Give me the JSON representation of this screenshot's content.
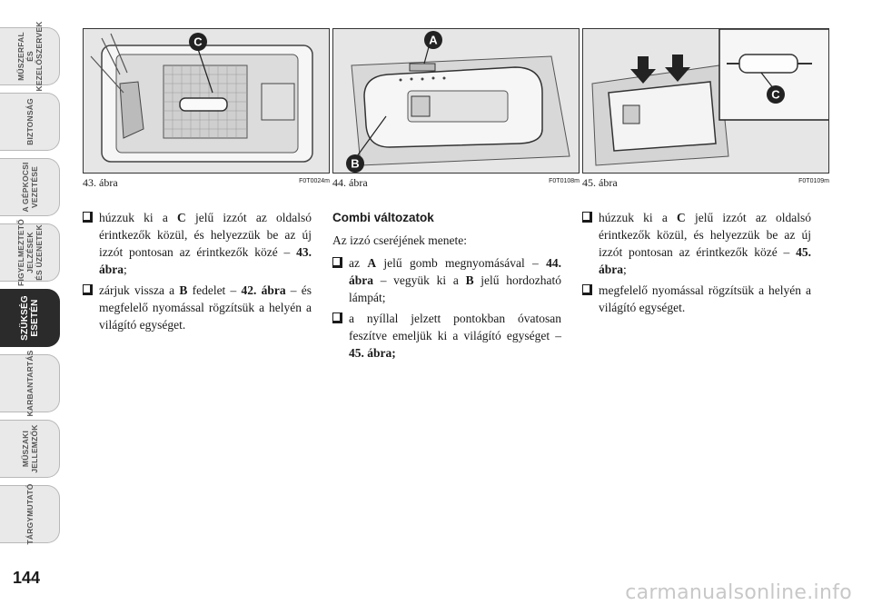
{
  "tabs": [
    {
      "label": "MŰSZERFAL\nÉS\nKEZELŐSZERVEK",
      "active": false
    },
    {
      "label": "BIZTONSÁG",
      "active": false
    },
    {
      "label": "A GÉPKOCSI\nVEZETÉSE",
      "active": false
    },
    {
      "label": "FIGYELMEZTETŐ\nJELZÉSEK\nÉS ÜZENETEK",
      "active": false
    },
    {
      "label": "SZÜKSÉG\nESETÉN",
      "active": true
    },
    {
      "label": "KARBANTARTÁS",
      "active": false
    },
    {
      "label": "MŰSZAKI\nJELLEMZŐK",
      "active": false
    },
    {
      "label": "TÁRGYMUTATÓ",
      "active": false
    }
  ],
  "page_number": "144",
  "figures": [
    {
      "caption": "43. ábra",
      "code": "F0T0024m",
      "marker": "C"
    },
    {
      "caption": "44. ábra",
      "code": "F0T0108m",
      "markers": [
        "A",
        "B"
      ]
    },
    {
      "caption": "45. ábra",
      "code": "F0T0109m",
      "marker": "C"
    }
  ],
  "col1": {
    "b1": {
      "pre": "húzzuk ki a ",
      "key": "C",
      "post": " jelű izzót az oldalsó érintkezők közül, és helyezzük be az új izzót pontosan az érintkezők közé – ",
      "ref": "43. ábra",
      "end": ";"
    },
    "b2": {
      "pre": "zárjuk vissza a ",
      "key": "B",
      "mid": " fedelet – ",
      "ref": "42. ábra",
      "post": " – és megfelelő nyomással rögzítsük a helyén a világító egységet."
    }
  },
  "col2": {
    "heading": "Combi változatok",
    "intro": "Az izzó cseréjének menete:",
    "b1": {
      "pre": "az ",
      "key": "A",
      "mid": " jelű gomb megnyomásával – ",
      "ref": "44. ábra",
      "mid2": " – vegyük ki a ",
      "key2": "B",
      "post": " jelű hordozható lámpát;"
    },
    "b2": {
      "text": "a nyíllal jelzett pontokban óvatosan feszítve emeljük ki a világító egységet – ",
      "ref": "45. ábra;"
    }
  },
  "col3": {
    "b1": {
      "pre": "húzzuk ki a ",
      "key": "C",
      "post": " jelű izzót az oldalsó érintkezők közül, és helyezzük be az új izzót pontosan az érintkezők közé – ",
      "ref": "45. ábra",
      "end": ";"
    },
    "b2": {
      "text": "megfelelő nyomással rögzítsük a helyén a világító egységet."
    }
  },
  "watermark": "carmanualsonline.info"
}
